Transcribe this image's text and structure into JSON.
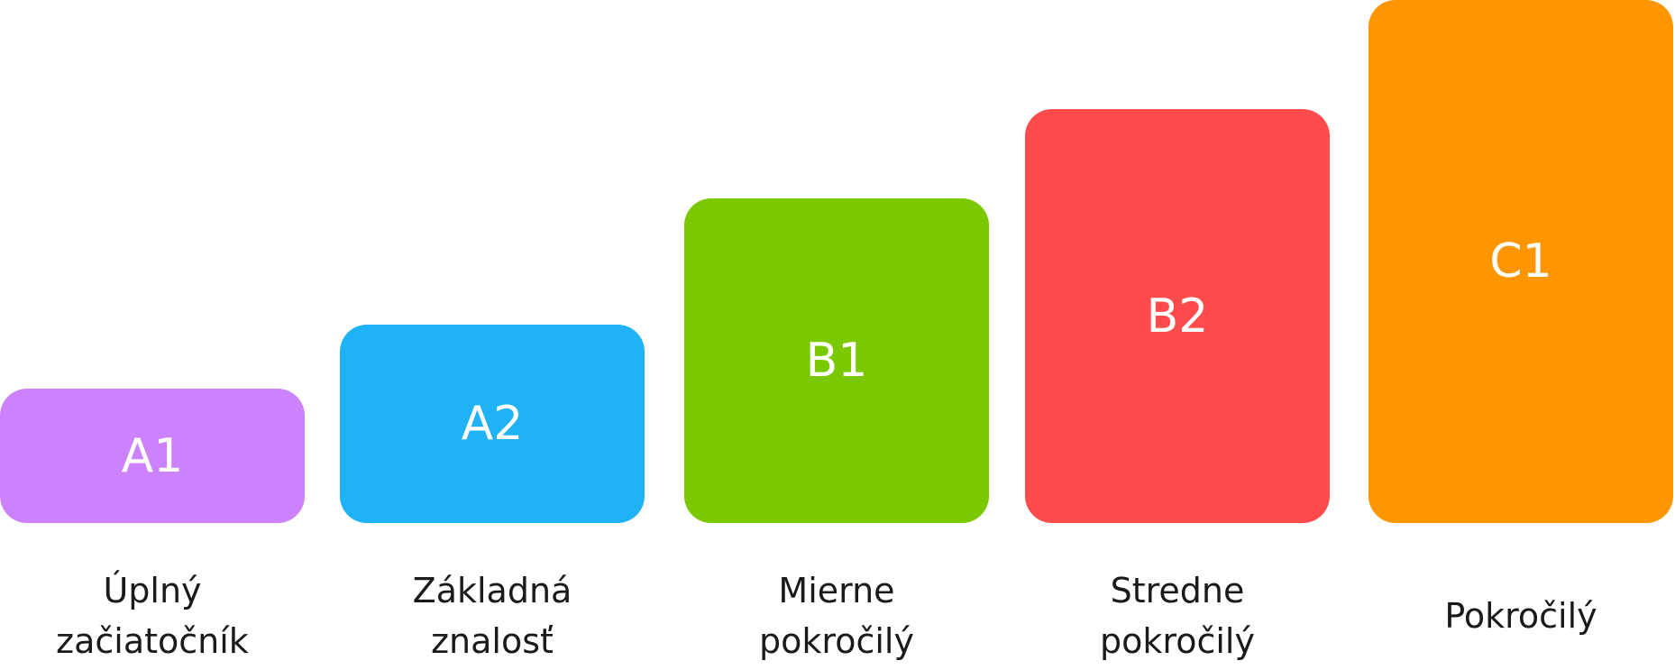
{
  "levels": [
    {
      "code": "A1",
      "label_lines": [
        "Úplný",
        "začiatočník"
      ],
      "color": "#cc82fc"
    },
    {
      "code": "A2",
      "label_lines": [
        "Základná",
        "znalosť"
      ],
      "color": "#1fb2f7"
    },
    {
      "code": "B1",
      "label_lines": [
        "Mierne",
        "pokročilý"
      ],
      "color": "#7ac800"
    },
    {
      "code": "B2",
      "label_lines": [
        "Stredne",
        "pokročilý"
      ],
      "color": "#ff4b4b"
    },
    {
      "code": "C1",
      "label_lines": [
        "Pokročilý"
      ],
      "color": "#ff9600"
    }
  ]
}
